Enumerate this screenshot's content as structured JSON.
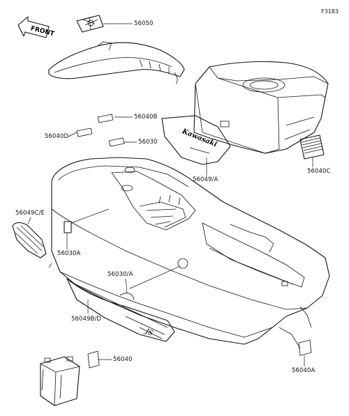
{
  "figure": {
    "code": "F3183",
    "front_arrow_text": "FRONT"
  },
  "labels": {
    "p56050": "56050",
    "p56040B": "56040B",
    "p56040D": "56040D",
    "p56030": "56030",
    "p56049A": "56049/A",
    "p56040C": "56040C",
    "p56049CE": "56049C/E",
    "p56030A": "56030A",
    "p56030slashA": "56030/A",
    "p56049BD": "56049B/D",
    "p56040": "56040",
    "p56040A": "56040A"
  },
  "decal_text": {
    "brand": "Kawasaki"
  }
}
